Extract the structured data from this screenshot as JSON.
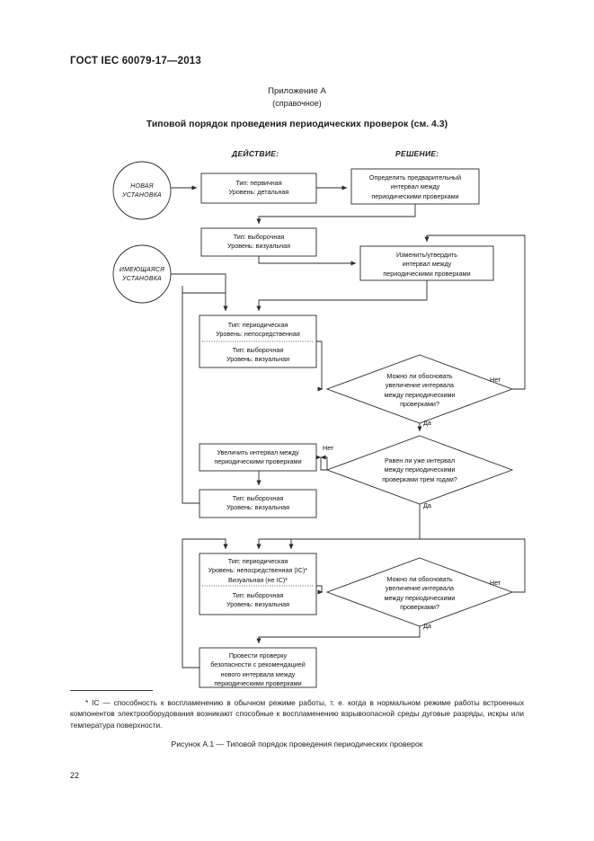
{
  "document": {
    "standard_header": "ГОСТ IEC 60079-17—2013",
    "annex_title": "Приложение А",
    "annex_subtitle": "(справочное)",
    "figure_heading": "Типовой порядок проведения периодических проверок (см. 4.3)",
    "page_number": "22",
    "footnote": "* IC — способность к воспламенению в обычном режиме работы, т. е. когда в нормальном режиме работы встроенных компонентов электрооборудования возникают способные к воспламенению взрывоопасной среды дуговые разряды, искры или температура поверхности.",
    "figure_caption": "Рисунок А.1 — Типовой порядок проведения периодических проверок"
  },
  "columns": {
    "action": "ДЕЙСТВИЕ:",
    "decision": "РЕШЕНИЕ:"
  },
  "flowchart": {
    "type": "flowchart",
    "terminators": [
      {
        "id": "new-install",
        "label": "НОВАЯ\nУСТАНОВКА"
      },
      {
        "id": "existing-install",
        "label": "ИМЕЮЩАЯСЯ\nУСТАНОВКА"
      }
    ],
    "process_boxes": [
      {
        "id": "box-initial",
        "lines": [
          "Тип: первичная",
          "Уровень: детальная"
        ]
      },
      {
        "id": "box-sample-1",
        "lines": [
          "Тип: выборочная",
          "Уровень: визуальная"
        ]
      },
      {
        "id": "box-periodic-1-top",
        "lines": [
          "Тип: периодическая",
          "Уровень: непосредственная"
        ]
      },
      {
        "id": "box-periodic-1-bot",
        "lines": [
          "Тип: выборочная",
          "Уровень: визуальная"
        ]
      },
      {
        "id": "box-increase",
        "lines": [
          "Увеличить интервал между",
          "периодическими проверками"
        ]
      },
      {
        "id": "box-sample-2",
        "lines": [
          "Тип: выборочная",
          "Уровень: визуальная"
        ]
      },
      {
        "id": "box-periodic-2-top",
        "lines": [
          "Тип: периодическая",
          "Уровень: непосредственная (IC)*",
          "Визуальная (не IC)*"
        ]
      },
      {
        "id": "box-periodic-2-bot",
        "lines": [
          "Тип: выборочная",
          "Уровень: визуальная"
        ]
      },
      {
        "id": "box-safety-check",
        "lines": [
          "Провести проверку",
          "безопасности с рекомендацией",
          "нового интервала между",
          "периодическими проверками"
        ]
      }
    ],
    "decision_boxes": [
      {
        "id": "box-determine",
        "lines": [
          "Определить предварительный",
          "интервал между",
          "периодическими проверками"
        ]
      },
      {
        "id": "box-modify",
        "lines": [
          "Изменить/утвердить",
          "интервал между",
          "периодическими проверками"
        ]
      }
    ],
    "diamonds": [
      {
        "id": "d1",
        "lines": [
          "Можно ли обосновать",
          "увеличение интервала",
          "между периодическими",
          "проверками?"
        ],
        "yes": "Да",
        "no": "Нет"
      },
      {
        "id": "d2",
        "lines": [
          "Равен ли уже интервал",
          "между периодическими",
          "проверками трем годам?"
        ],
        "yes": "Да",
        "no": "Нет"
      },
      {
        "id": "d3",
        "lines": [
          "Можно ли обосновать",
          "увеличение интервала",
          "между периодическими",
          "проверками?"
        ],
        "yes": "Да",
        "no": "Нет"
      }
    ],
    "edge_labels": {
      "yes": "Да",
      "no": "Нет"
    },
    "colors": {
      "line": "#2b2b2b",
      "text": "#111111",
      "background": "#ffffff"
    }
  }
}
